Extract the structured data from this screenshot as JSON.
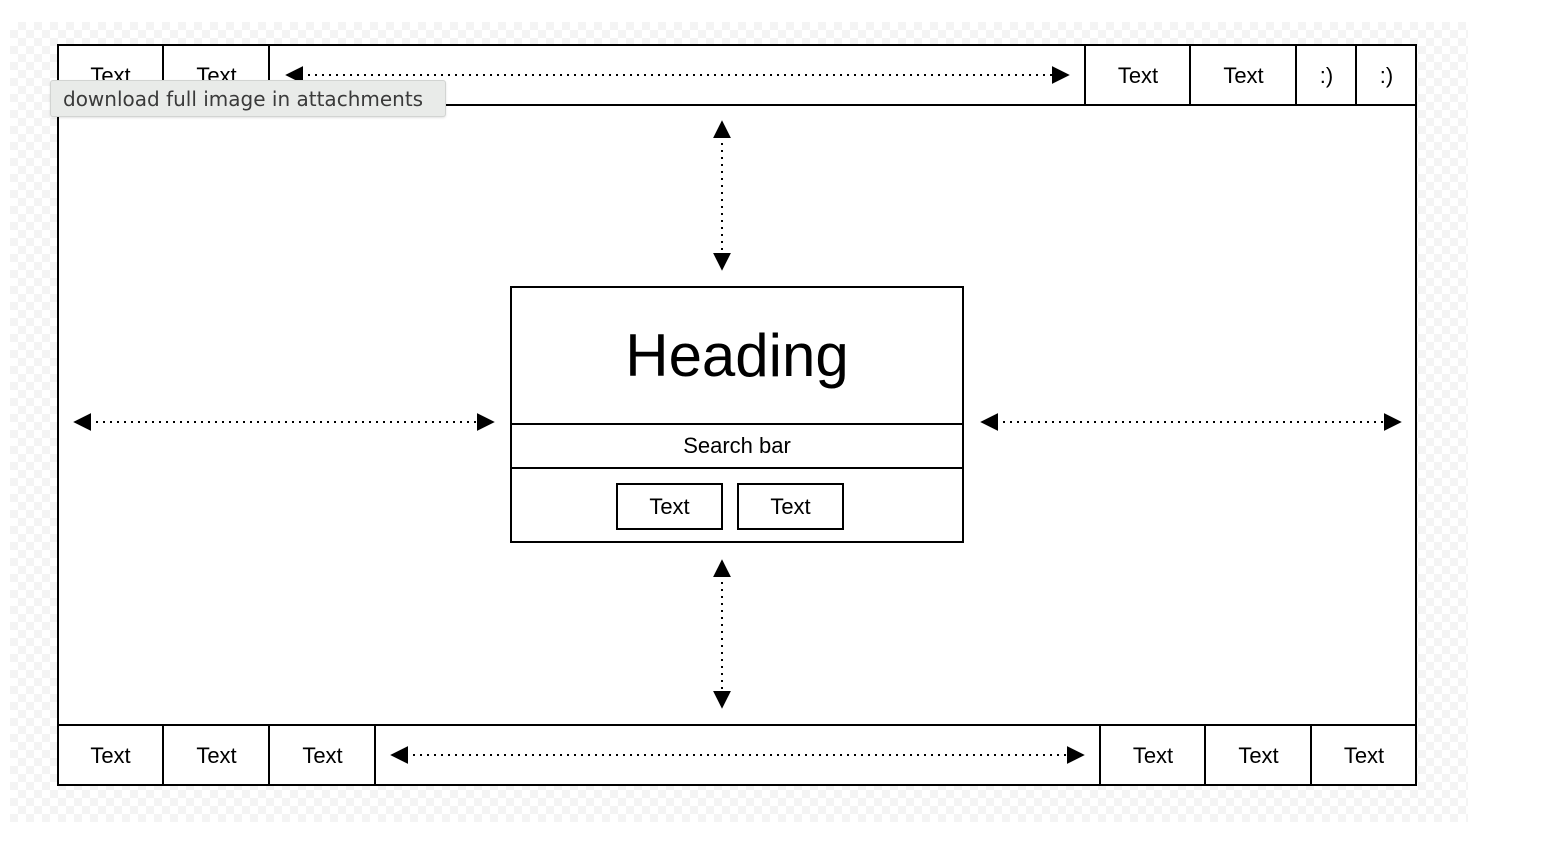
{
  "tooltip": {
    "label": "download full image in attachments"
  },
  "top_bar": {
    "left_items": [
      "Text",
      "Text"
    ],
    "right_items": [
      "Text",
      "Text"
    ],
    "icons": [
      ":)",
      ":)"
    ]
  },
  "main": {
    "heading": "Heading",
    "search_label": "Search bar",
    "buttons": [
      "Text",
      "Text"
    ]
  },
  "bottom_bar": {
    "left_items": [
      "Text",
      "Text",
      "Text"
    ],
    "right_items": [
      "Text",
      "Text",
      "Text"
    ]
  },
  "colors": {
    "line": "#000000",
    "tooltip_bg": "#e9ebe9"
  }
}
